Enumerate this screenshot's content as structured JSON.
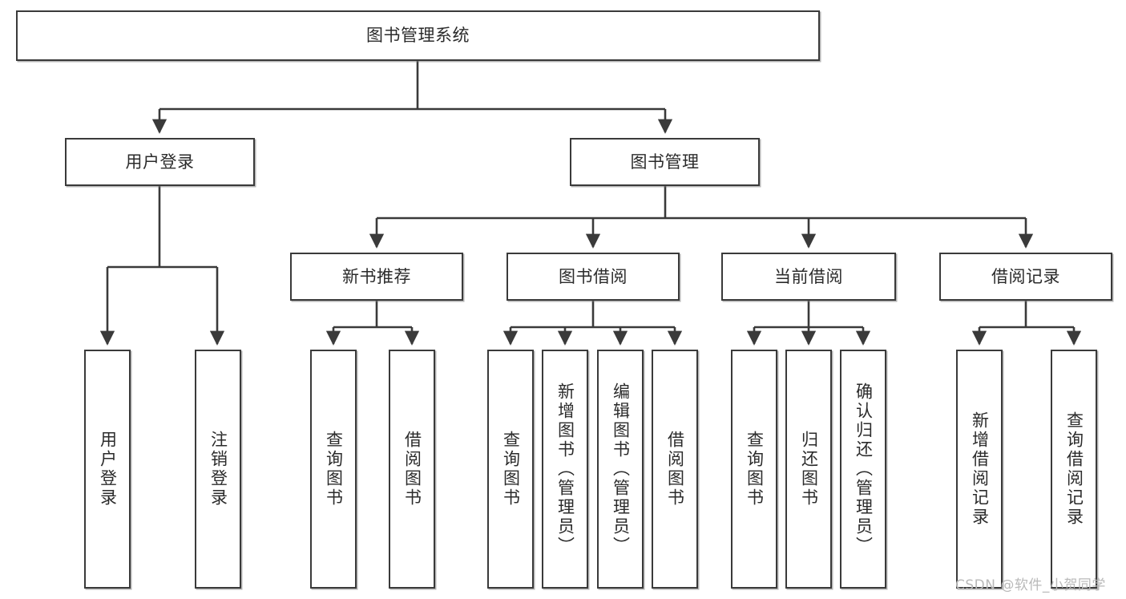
{
  "diagram": {
    "title": "图书管理系统",
    "type": "hierarchy-tree",
    "root": {
      "id": "root",
      "label": "图书管理系统"
    },
    "level2": [
      {
        "id": "user-login",
        "label": "用户登录"
      },
      {
        "id": "book-manage",
        "label": "图书管理"
      }
    ],
    "level3": [
      {
        "id": "new-book-rec",
        "label": "新书推荐",
        "parent": "book-manage"
      },
      {
        "id": "book-borrow",
        "label": "图书借阅",
        "parent": "book-manage"
      },
      {
        "id": "current-borrow",
        "label": "当前借阅",
        "parent": "book-manage"
      },
      {
        "id": "borrow-record",
        "label": "借阅记录",
        "parent": "book-manage"
      }
    ],
    "leaves": [
      {
        "id": "leaf-1",
        "label": "用户登录",
        "parent": "user-login"
      },
      {
        "id": "leaf-2",
        "label": "注销登录",
        "parent": "user-login"
      },
      {
        "id": "leaf-3",
        "label": "查询图书",
        "parent": "new-book-rec"
      },
      {
        "id": "leaf-4",
        "label": "借阅图书",
        "parent": "new-book-rec"
      },
      {
        "id": "leaf-5",
        "label": "查询图书",
        "parent": "book-borrow"
      },
      {
        "id": "leaf-6",
        "label": "新增图书（管理员）",
        "parent": "book-borrow"
      },
      {
        "id": "leaf-7",
        "label": "编辑图书（管理员）",
        "parent": "book-borrow"
      },
      {
        "id": "leaf-8",
        "label": "借阅图书",
        "parent": "book-borrow"
      },
      {
        "id": "leaf-9",
        "label": "查询图书",
        "parent": "current-borrow"
      },
      {
        "id": "leaf-10",
        "label": "归还图书",
        "parent": "current-borrow"
      },
      {
        "id": "leaf-11",
        "label": "确认归还（管理员）",
        "parent": "current-borrow"
      },
      {
        "id": "leaf-12",
        "label": "新增借阅记录",
        "parent": "borrow-record"
      },
      {
        "id": "leaf-13",
        "label": "查询借阅记录",
        "parent": "borrow-record"
      }
    ]
  },
  "watermark": {
    "text": "CSDN @软件_小贺同学"
  },
  "colors": {
    "stroke": "#3a3a3a",
    "background": "#ffffff",
    "text": "#2b2b2b",
    "watermark": "#b9b9b9"
  }
}
